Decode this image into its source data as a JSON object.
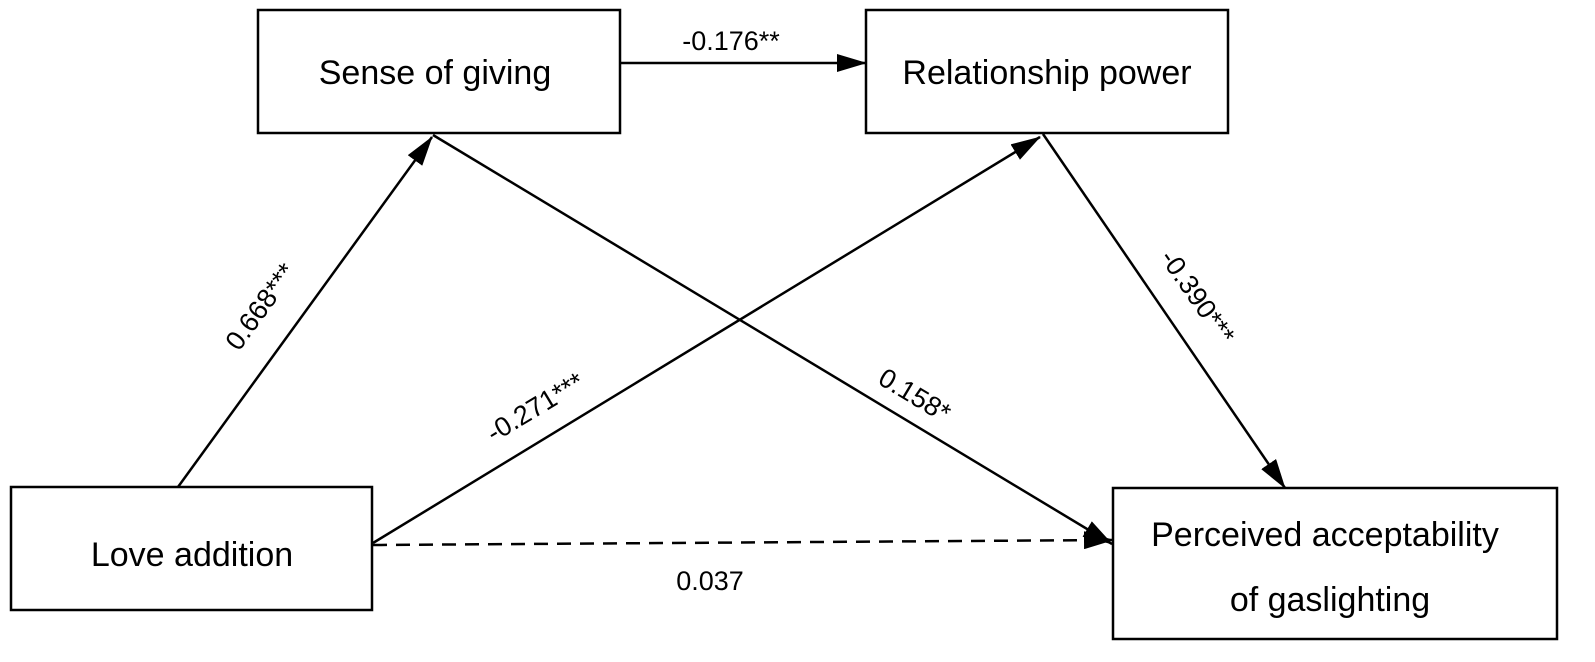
{
  "nodes": {
    "sense_of_giving": {
      "label": "Sense of giving"
    },
    "relationship_power": {
      "label": "Relationship power"
    },
    "love_addition": {
      "label": "Love addition"
    },
    "perceived_acceptability": {
      "label_line1": "Perceived acceptability",
      "label_line2": "of gaslighting"
    }
  },
  "edges": {
    "giving_to_power": {
      "label": "-0.176**",
      "style": "solid"
    },
    "love_to_giving": {
      "label": "0.668***",
      "style": "solid"
    },
    "love_to_power": {
      "label": "-0.271***",
      "style": "solid"
    },
    "giving_to_acceptability": {
      "label": "0.158*",
      "style": "solid"
    },
    "power_to_acceptability": {
      "label": "-0.390***",
      "style": "solid"
    },
    "love_to_acceptability": {
      "label": "0.037",
      "style": "dashed"
    }
  },
  "colors": {
    "stroke": "#000000",
    "background": "#ffffff"
  }
}
